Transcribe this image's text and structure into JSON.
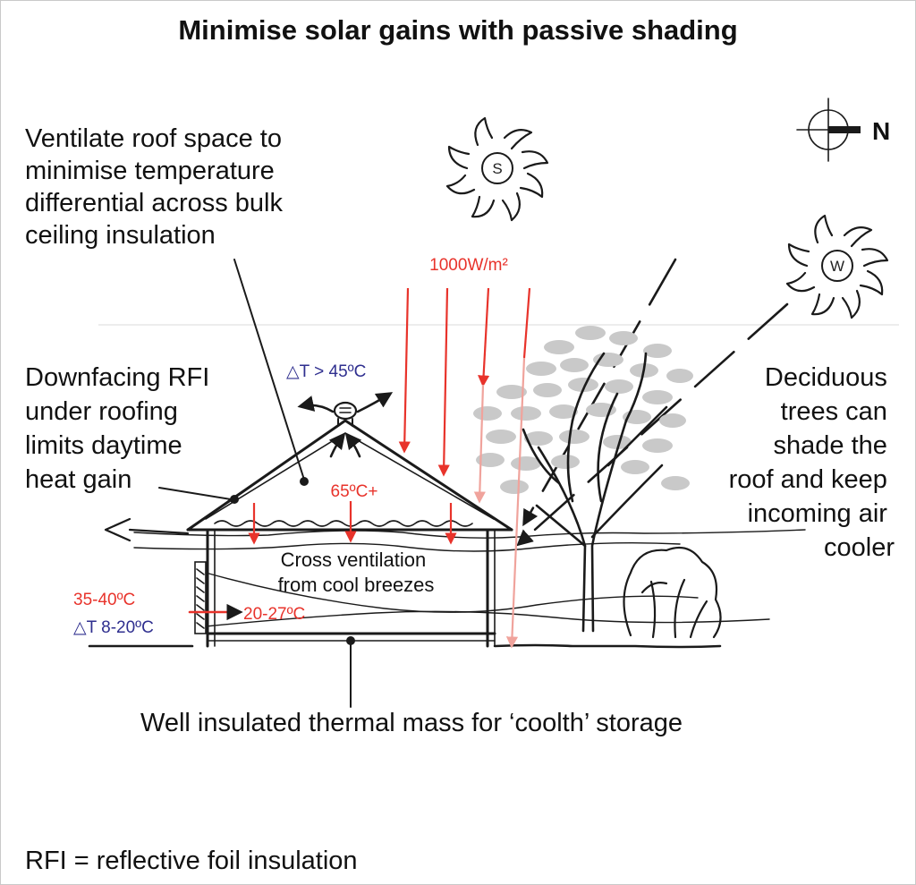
{
  "title": "Minimise solar gains with passive shading",
  "labels": {
    "ventilate": [
      "Ventilate roof space to",
      "minimise temperature",
      "differential across bulk",
      "ceiling insulation"
    ],
    "downfacing": [
      "Downfacing RFI",
      "under roofing",
      "limits daytime",
      "heat gain"
    ],
    "deciduous": [
      "Deciduous",
      "trees can",
      "shade the",
      "roof and keep",
      "incoming air",
      "cooler"
    ],
    "cross_ventilation": [
      "Cross ventilation",
      "from cool breezes"
    ],
    "thermal_mass": "Well insulated thermal mass for ‘coolth’ storage",
    "footnote": "RFI = reflective foil insulation"
  },
  "values": {
    "solar": "1000W/m²",
    "delta_roof": "△T > 45ºC",
    "roof_space": "65ºC+",
    "outside": "35-40ºC",
    "delta_wall": "△T 8-20ºC",
    "inside": "20-27ºC"
  },
  "compass": {
    "north_label": "N"
  },
  "suns": {
    "summer": "S",
    "winter": "W"
  },
  "colors": {
    "red": "#e8332b",
    "pink": "#f0a39c",
    "blue": "#2f2f8f",
    "foliage": "#c9c9c9"
  }
}
